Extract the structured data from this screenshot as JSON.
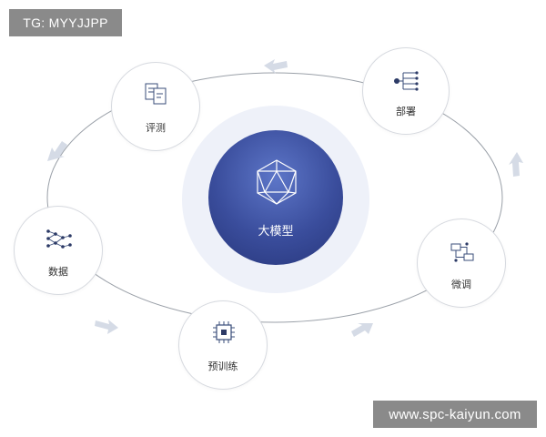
{
  "watermarks": {
    "top": "TG: MYYJJPP",
    "bottom": "www.spc-kaiyun.com"
  },
  "center": {
    "label": "大模型",
    "icon": "icosahedron-icon"
  },
  "nodes": [
    {
      "label": "评测",
      "icon": "document-review-icon"
    },
    {
      "label": "部署",
      "icon": "deploy-tree-icon"
    },
    {
      "label": "数据",
      "icon": "data-network-icon"
    },
    {
      "label": "预训练",
      "icon": "chip-icon"
    },
    {
      "label": "微调",
      "icon": "finetune-flow-icon"
    }
  ],
  "colors": {
    "core": "#3a4d9c",
    "halo": "#eef1f9",
    "ring": "#9aa0a8",
    "arrow": "#d5dbe6",
    "watermark_bg": "#8a8a8a"
  }
}
